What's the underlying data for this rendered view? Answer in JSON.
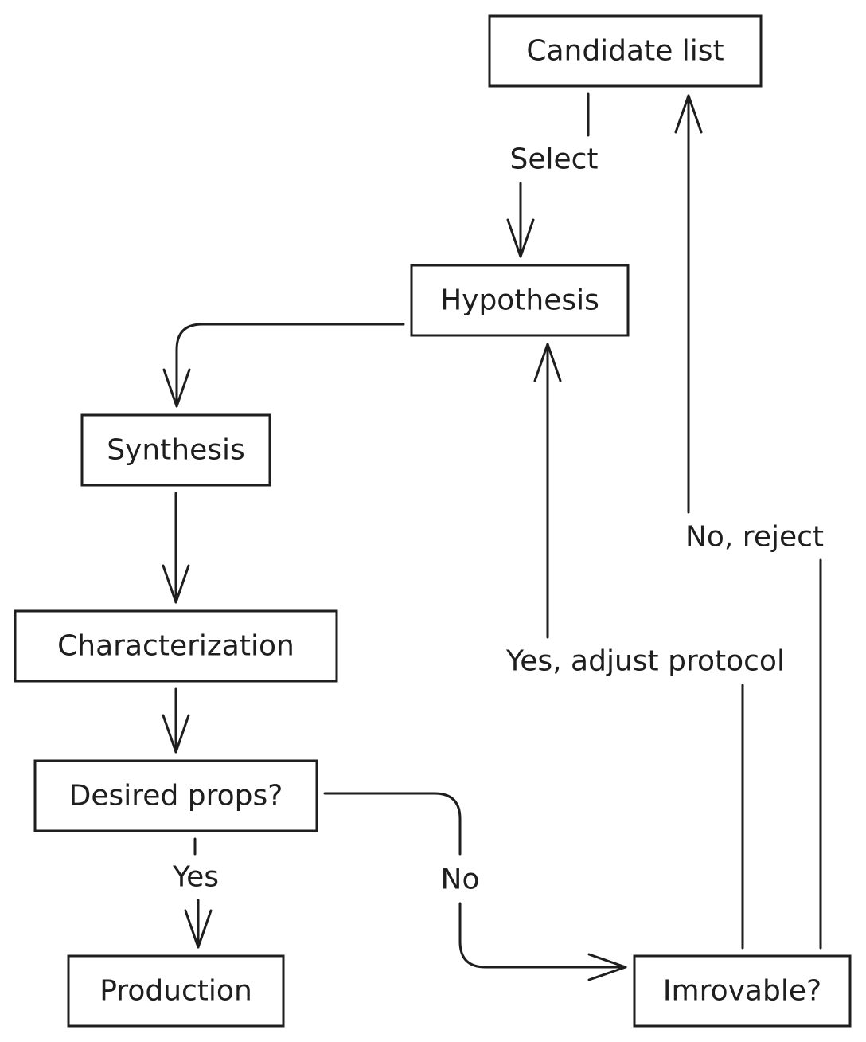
{
  "nodes": {
    "candidate_list": "Candidate list",
    "hypothesis": "Hypothesis",
    "synthesis": "Synthesis",
    "characterization": "Characterization",
    "desired_props": "Desired props?",
    "production": "Production",
    "improvable": "Imrovable?"
  },
  "edges": {
    "select": "Select",
    "yes": "Yes",
    "no": "No",
    "yes_adjust": "Yes, adjust protocol",
    "no_reject": "No, reject"
  },
  "colors": {
    "stroke": "#1e1e1e",
    "background": "#ffffff"
  }
}
